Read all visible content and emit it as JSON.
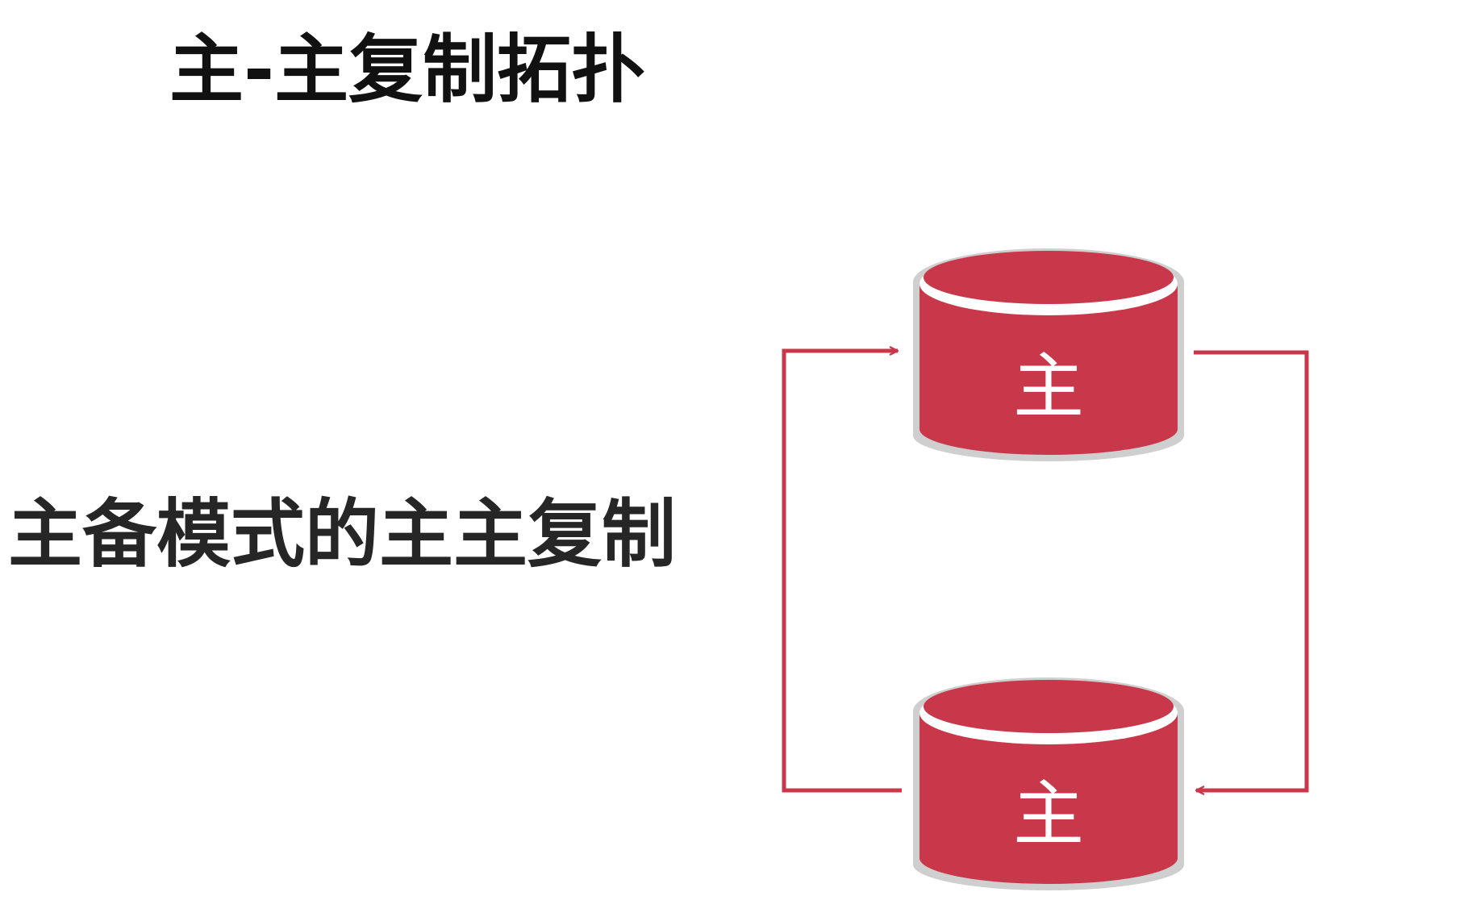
{
  "title": "主-主复制拓扑",
  "subtitle": "主备模式的主主复制",
  "diagram": {
    "nodes": [
      {
        "label": "主"
      },
      {
        "label": "主"
      }
    ],
    "colors": {
      "accent": "#c8374a",
      "shadow": "#cfcfcf",
      "node_text": "#ffffff"
    }
  }
}
